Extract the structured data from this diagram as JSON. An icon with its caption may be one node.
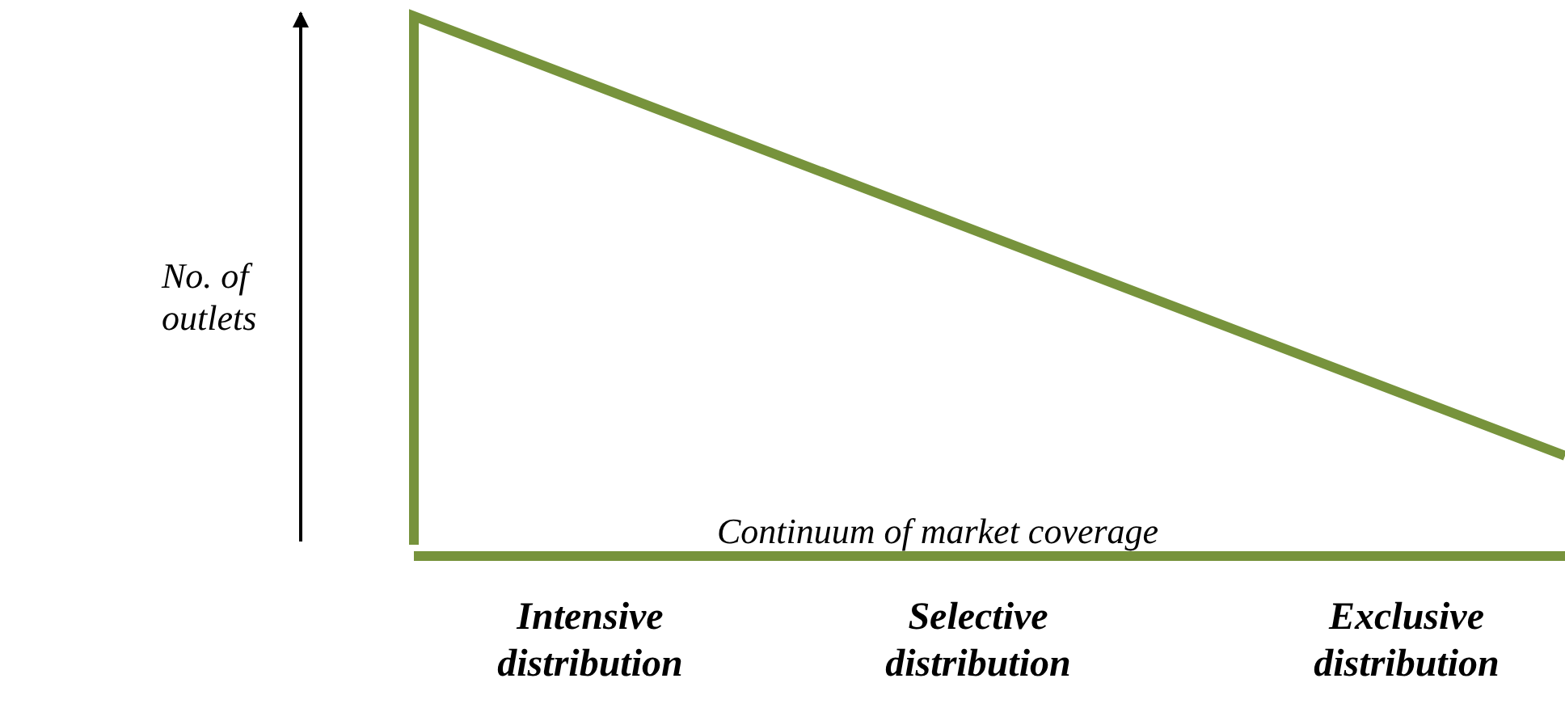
{
  "diagram": {
    "labels": [
      "No. of outlets",
      "Continuum of market coverage",
      "Intensive distribution",
      "Selective distribution",
      "Exclusive distribution"
    ]
  }
}
